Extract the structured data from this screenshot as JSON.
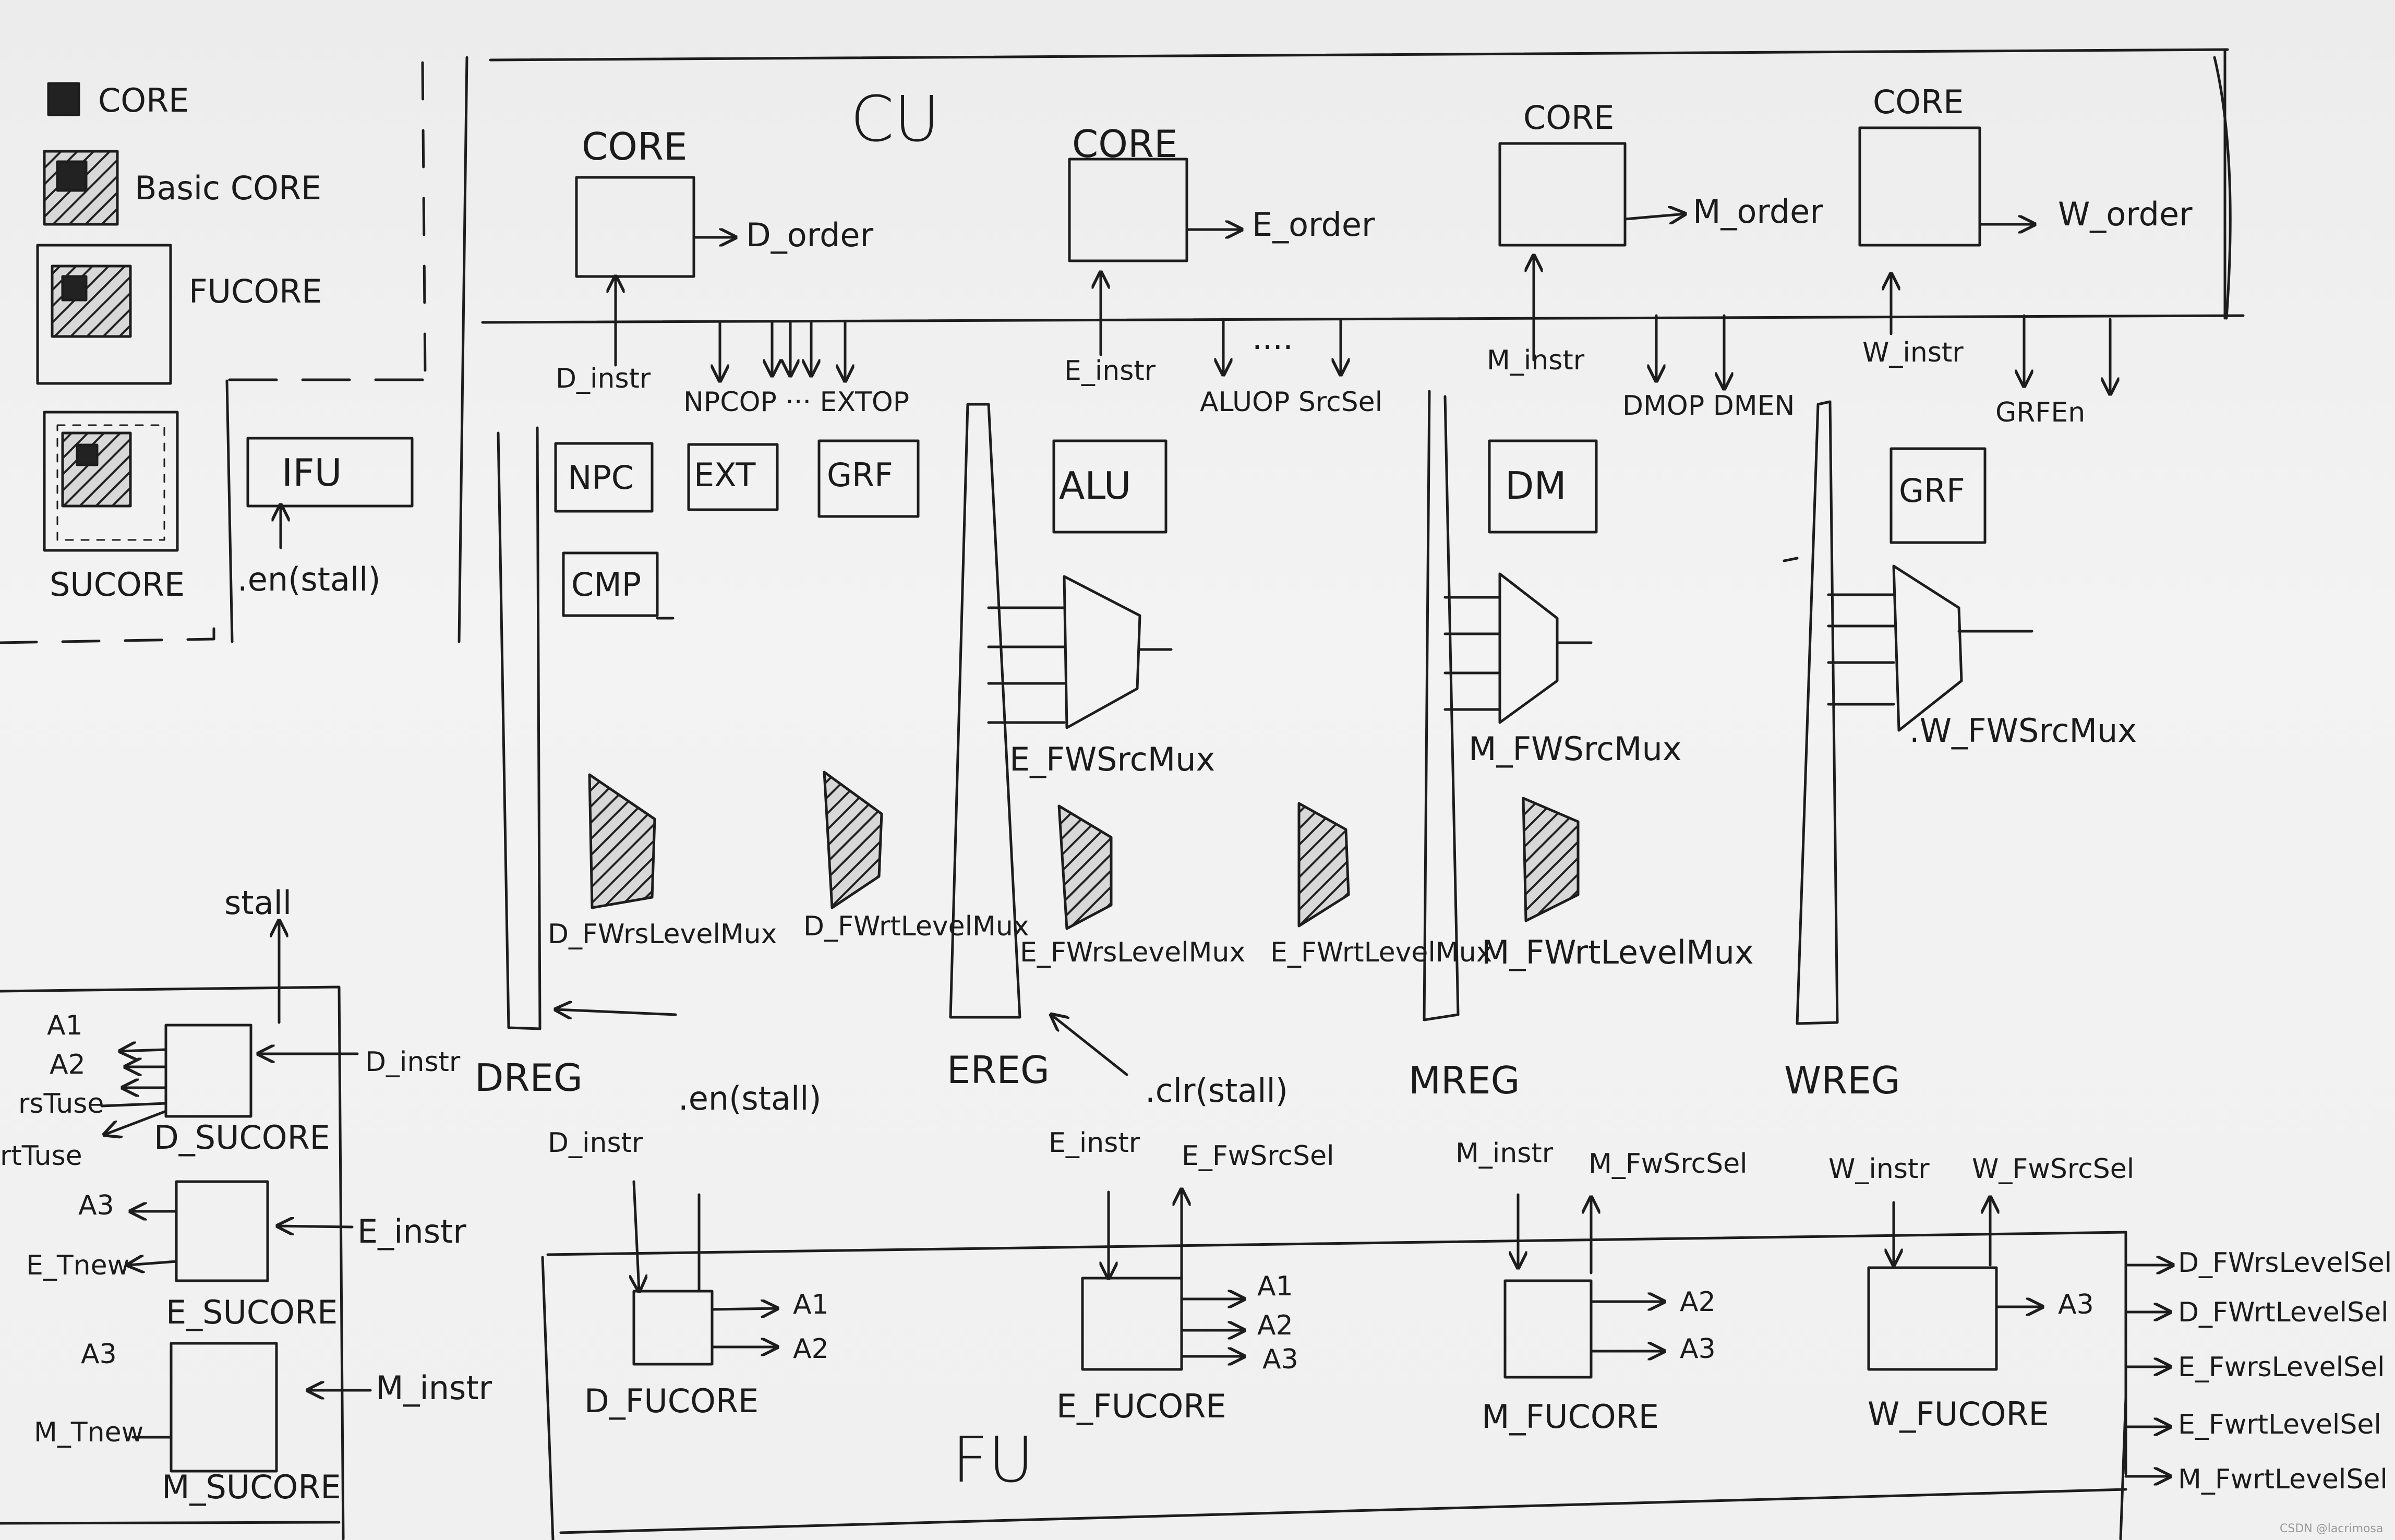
{
  "legend": {
    "core": "CORE",
    "basic_core": "Basic CORE",
    "fucore": "FUCORE",
    "sucore": "SUCORE"
  },
  "cu": {
    "title": "CU",
    "cores": [
      {
        "label": "CORE",
        "output": "D_order",
        "input": "D_instr"
      },
      {
        "label": "CORE",
        "output": "E_order",
        "input": "E_instr"
      },
      {
        "label": "CORE",
        "output": "M_order",
        "input": "M_instr"
      },
      {
        "label": "CORE",
        "output": "W_order",
        "input": "W_instr"
      }
    ],
    "d_signals": "NPCOP ··· EXTOP",
    "e_signals": "ALUOP SrcSel",
    "m_signals": "DMOP DMEN",
    "w_signals": "GRFEn",
    "dots": "····"
  },
  "ifu": {
    "label": "IFU",
    "en": ".en(stall)"
  },
  "d_stage": {
    "units": [
      "NPC",
      "EXT",
      "GRF",
      "CMP"
    ],
    "muxes": [
      "D_FWrsLevelMux",
      "D_FWrtLevelMux"
    ]
  },
  "e_stage": {
    "unit": "ALU",
    "fwd_mux": "E_FWSrcMux",
    "muxes": [
      "E_FWrsLevelMux",
      "E_FWrtLevelMux"
    ]
  },
  "m_stage": {
    "unit": "DM",
    "fwd_mux": "M_FWSrcMux",
    "mux": "M_FWrtLevelMux"
  },
  "w_stage": {
    "unit": "GRF",
    "fwd_mux": ".W_FWSrcMux"
  },
  "regs": {
    "dreg": "DREG",
    "ereg": "EREG",
    "mreg": "MREG",
    "wreg": "WREG",
    "dreg_en": ".en(stall)",
    "ereg_clr": ".clr(stall)"
  },
  "su": {
    "stall": "stall",
    "d_instr": "D_instr",
    "e_instr": "E_instr",
    "m_instr": "M_instr",
    "d_sucore": "D_SUCORE",
    "e_sucore": "E_SUCORE",
    "m_sucore": "M_SUCORE",
    "a1": "A1",
    "a2": "A2",
    "rs_tuse": "rsTuse",
    "rt_tuse": "rtTuse",
    "a3_e": "A3",
    "e_tnew": "E_Tnew",
    "a3_m": "A3",
    "m_tnew": "M_Tnew"
  },
  "fu": {
    "title": "FU",
    "d_instr": "D_instr",
    "e_instr": "E_instr",
    "e_fwsrcsel": "E_FwSrcSel",
    "m_instr": "M_instr",
    "m_fwsrcsel": "M_FwSrcSel",
    "w_instr": "W_instr",
    "w_fwsrcsel": "W_FwSrcSel",
    "d_fucore": "D_FUCORE",
    "e_fucore": "E_FUCORE",
    "m_fucore": "M_FUCORE",
    "w_fucore": "W_FUCORE",
    "d_out": [
      "A1",
      "A2"
    ],
    "e_out": [
      "A1",
      "A2",
      "A3"
    ],
    "m_out": [
      "A2",
      "A3"
    ],
    "w_out": [
      "A3"
    ],
    "outputs": [
      "D_FWrsLevelSel",
      "D_FWrtLevelSel",
      "E_FwrsLevelSel",
      "E_FwrtLevelSel",
      "M_FwrtLevelSel"
    ]
  },
  "credit": "CSDN @lacrimosa"
}
